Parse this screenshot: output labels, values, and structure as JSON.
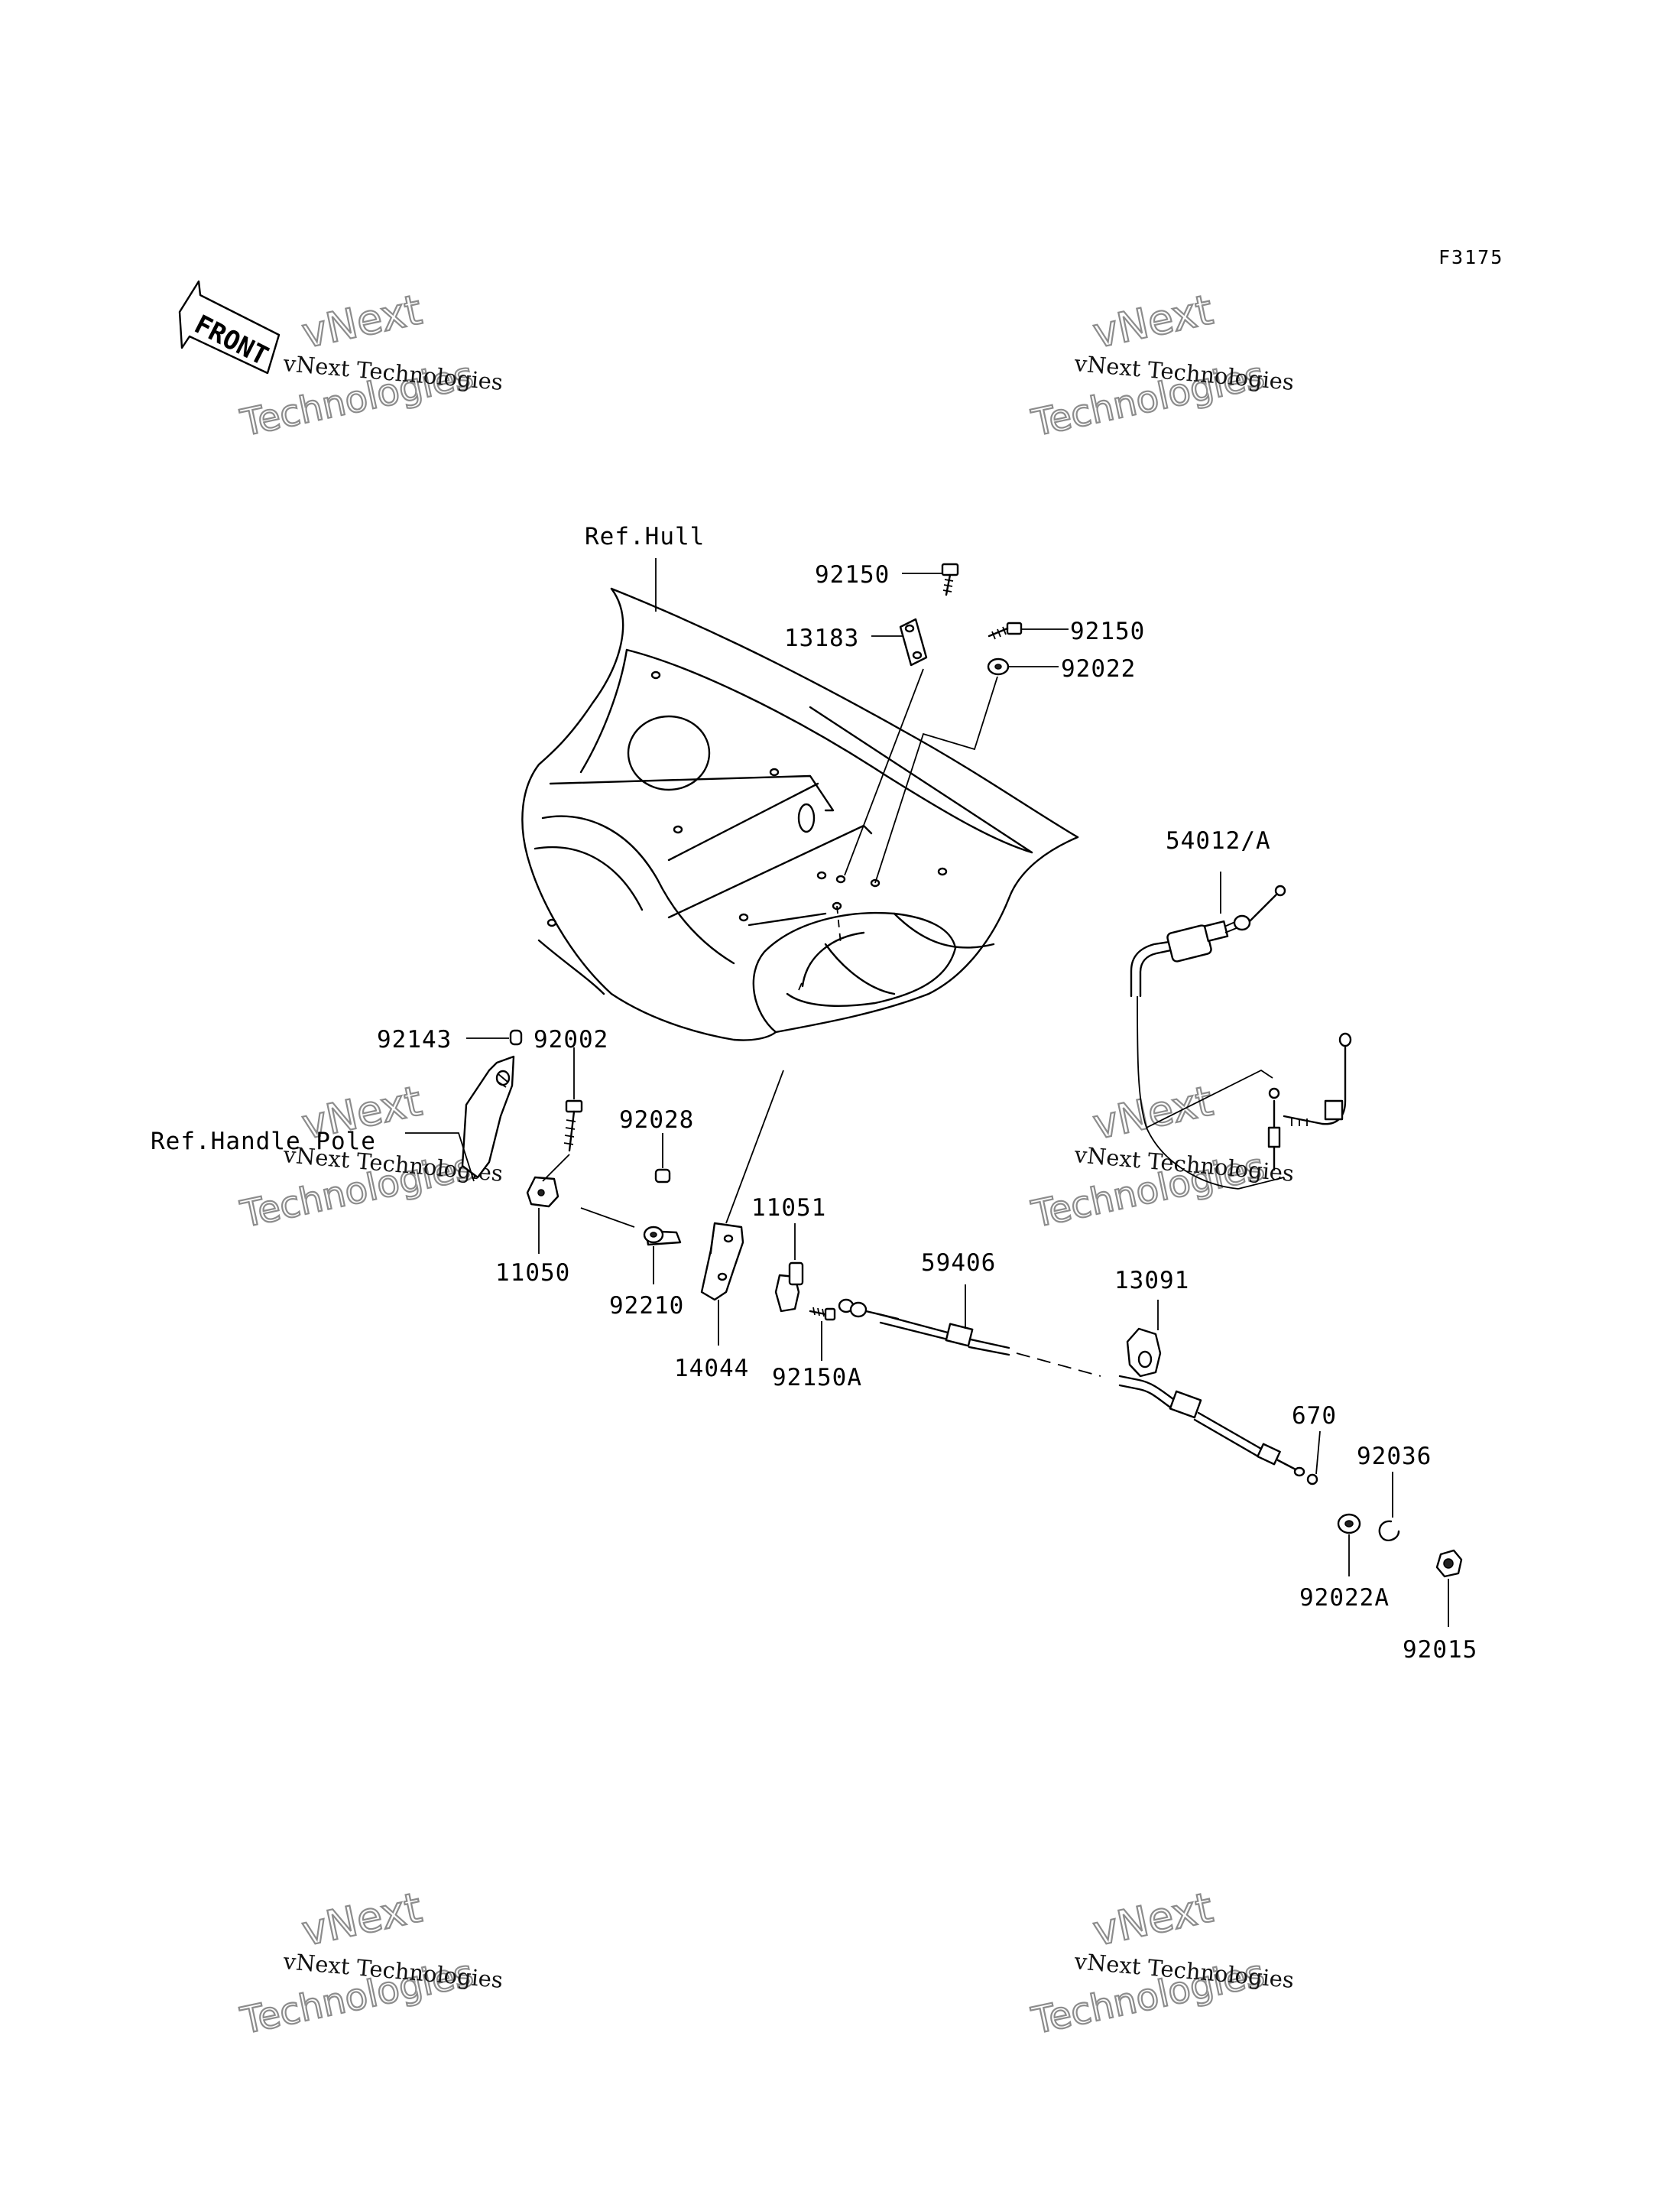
{
  "diagram": {
    "code": "F3175",
    "front_label": "FRONT",
    "references": {
      "hull": "Ref.Hull",
      "handle_pole": "Ref.Handle Pole"
    },
    "parts": {
      "p92150_top": "92150",
      "p13183": "13183",
      "p92150_right": "92150",
      "p92022": "92022",
      "p54012A": "54012/A",
      "p92143": "92143",
      "p92002": "92002",
      "p92028": "92028",
      "p11051": "11051",
      "p11050": "11050",
      "p92210": "92210",
      "p14044": "14044",
      "p92150A": "92150A",
      "p59406": "59406",
      "p13091": "13091",
      "p670": "670",
      "p92036": "92036",
      "p92022A": "92022A",
      "p92015": "92015"
    },
    "watermark": {
      "line1": "vNext",
      "line2": "vNext Technologies",
      "line3": "Technologies"
    }
  }
}
